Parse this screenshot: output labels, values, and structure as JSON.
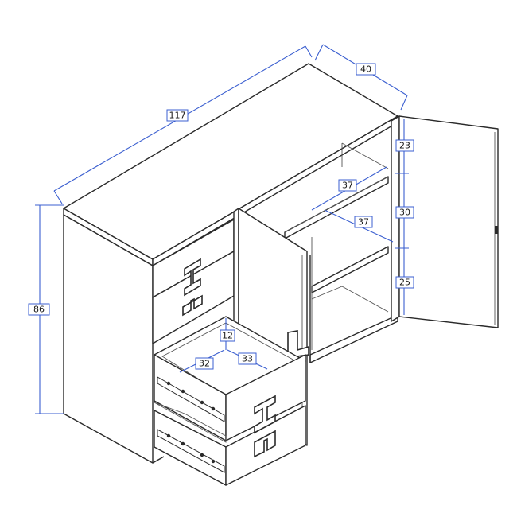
{
  "dimensions": {
    "width": "117",
    "depth": "40",
    "height": "86",
    "upper_gap": "23",
    "middle_gap": "30",
    "lower_gap": "25",
    "shelf_width": "37",
    "shelf_depth": "37",
    "drawer_height": "12",
    "drawer_width": "32",
    "drawer_depth": "33"
  },
  "colors": {
    "dimension_line": "#3b5fd0",
    "outline": "#2a2a2a"
  }
}
